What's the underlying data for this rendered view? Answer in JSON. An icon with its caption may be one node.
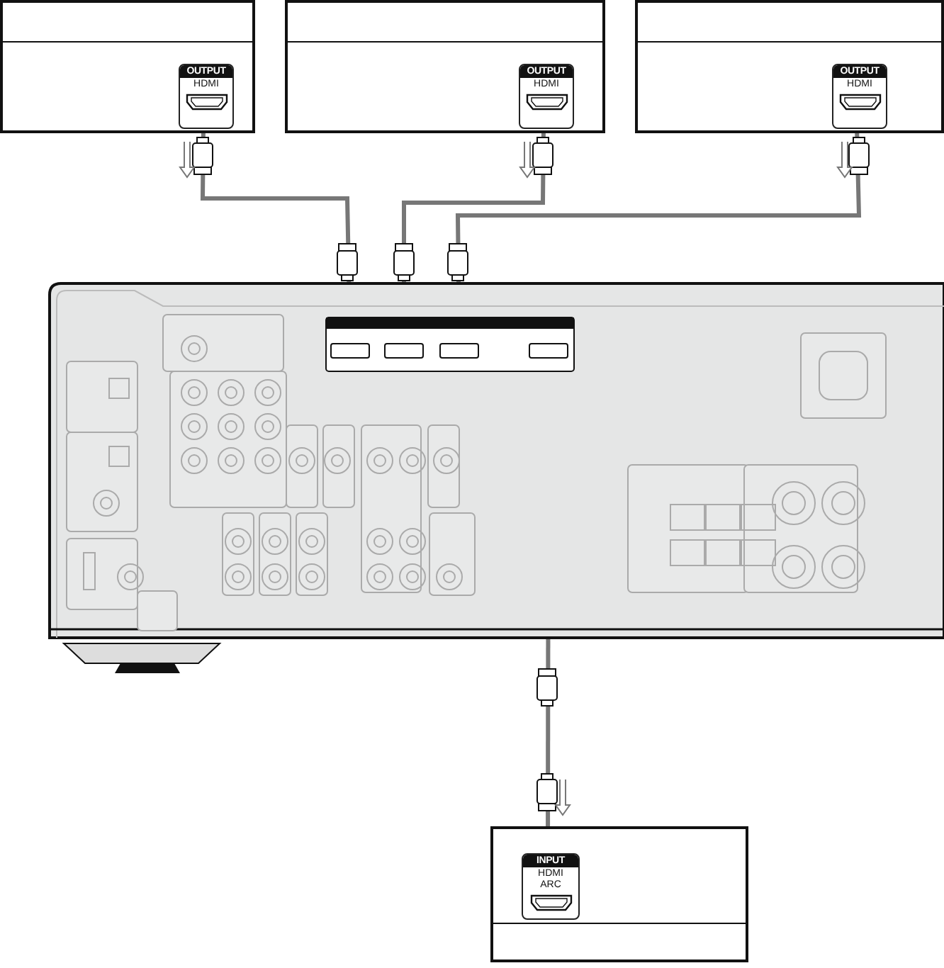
{
  "diagram": {
    "nodes": [
      {
        "text": [],
        "shape": "box"
      },
      {
        "text": [
          "OUTPUT",
          "HDMI"
        ],
        "in": 0
      },
      {
        "text": [],
        "shape": "box"
      },
      {
        "text": [
          "OUTPUT",
          "HDMI"
        ],
        "in": 2
      },
      {
        "text": [],
        "shape": "box"
      },
      {
        "text": [
          "OUTPUT",
          "HDMI"
        ],
        "in": 4
      },
      {
        "text": [],
        "shape": "picture"
      },
      {
        "text": [],
        "shape": "box",
        "in": 6
      },
      {
        "text": [],
        "shape": "box",
        "in": 6
      },
      {
        "text": [],
        "shape": "box",
        "in": 6
      },
      {
        "text": [],
        "shape": "box",
        "in": 6
      },
      {
        "text": [],
        "shape": "box"
      },
      {
        "text": [
          "INPUT",
          "HDMI ARC"
        ],
        "in": 11
      }
    ],
    "edges": [
      {
        "from": 1,
        "to": 7,
        "arrow": "none"
      },
      {
        "from": 3,
        "to": 8,
        "arrow": "none"
      },
      {
        "from": 5,
        "to": 9,
        "arrow": "none"
      },
      {
        "from": 10,
        "to": 12,
        "arrow": "none"
      }
    ]
  }
}
